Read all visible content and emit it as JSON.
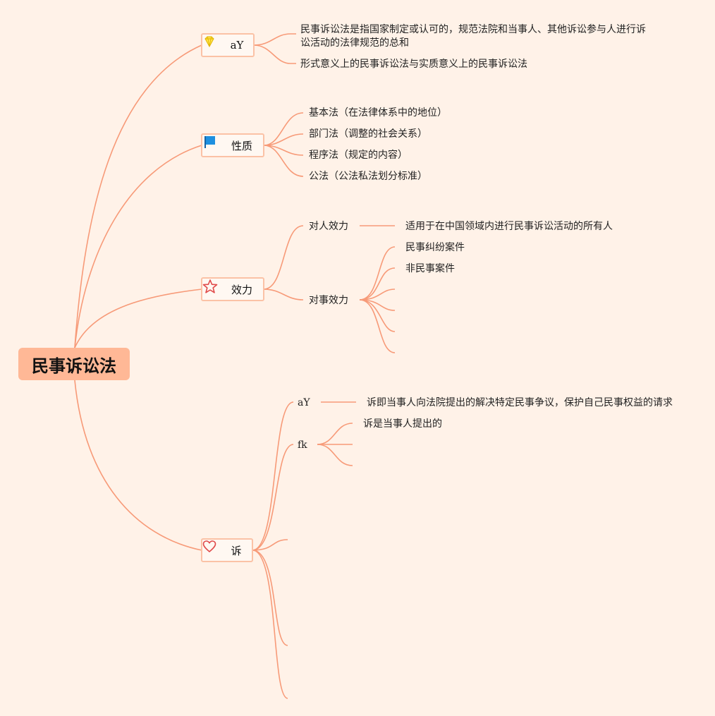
{
  "root": {
    "label": "民事诉讼法"
  },
  "branches": {
    "definition": {
      "label": "aY",
      "icon": "diamond-icon",
      "items": [
        "民事诉讼法是指国家制定或认可的，规范法院和当事人、其他诉讼参与人进行诉",
        "讼活动的法律规范的总和",
        "形式意义上的民事诉讼法与实质意义上的民事诉讼法"
      ]
    },
    "nature": {
      "label": "性质",
      "icon": "flag-icon",
      "items": [
        "基本法（在法律体系中的地位）",
        "部门法（调整的社会关系）",
        "程序法（规定的内容）",
        "公法（公法私法划分标准）"
      ]
    },
    "effect": {
      "label": "效力",
      "icon": "star-icon",
      "person": {
        "label": "对人效力",
        "detail": "适用于在中国领域内进行民事诉讼活动的所有人"
      },
      "matter": {
        "label": "对事效力",
        "items": [
          "民事纠纷案件",
          "非民事案件"
        ]
      }
    },
    "suit": {
      "label": "诉",
      "icon": "heart-icon",
      "definition": {
        "label": "aY",
        "detail": "诉即当事人向法院提出的解决特定民事争议，保护自己民事权益的请求"
      },
      "feature": {
        "label": "fk",
        "items": [
          "诉是当事人提出的"
        ]
      }
    }
  },
  "colors": {
    "line": "#f79a78",
    "root_fill": "#ffb896",
    "topic_border": "#fbc2a6",
    "background": "#fff2e8"
  }
}
